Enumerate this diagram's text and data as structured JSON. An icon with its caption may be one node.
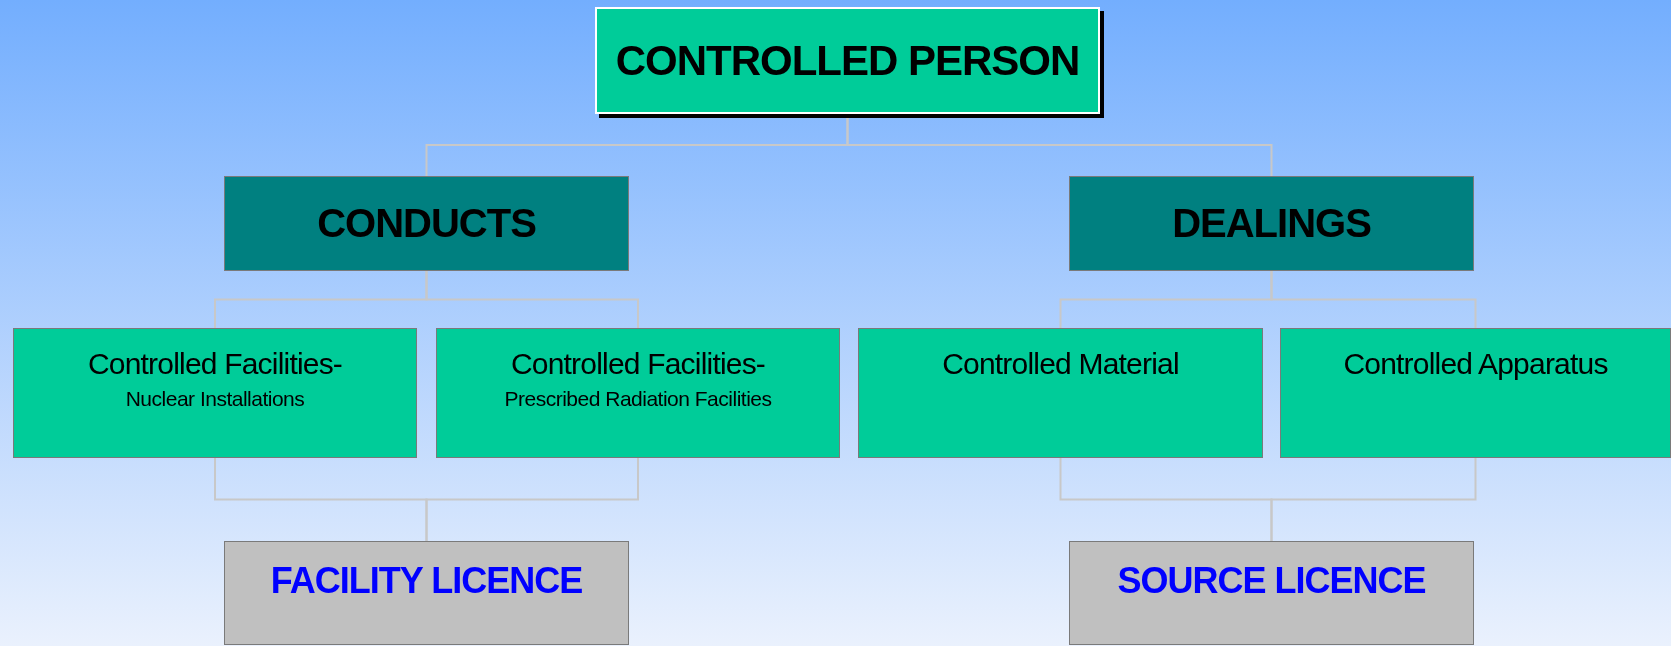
{
  "diagram": {
    "nodes": [
      {
        "text": [
          "CONTROLLED PERSON"
        ]
      },
      {
        "text": [
          "CONDUCTS"
        ]
      },
      {
        "text": [
          "DEALINGS"
        ]
      },
      {
        "text": [
          "Controlled Facilities-",
          "Nuclear Installations"
        ]
      },
      {
        "text": [
          "Controlled Facilities-",
          "Prescribed Radiation Facilities"
        ]
      },
      {
        "text": [
          "Controlled Material"
        ]
      },
      {
        "text": [
          "Controlled Apparatus"
        ]
      },
      {
        "text": [
          "FACILITY LICENCE"
        ]
      },
      {
        "text": [
          "SOURCE LICENCE"
        ]
      }
    ],
    "edges": [
      {
        "from": 0,
        "to": 1,
        "arrow": "none"
      },
      {
        "from": 0,
        "to": 2,
        "arrow": "none"
      },
      {
        "from": 1,
        "to": 3,
        "arrow": "none"
      },
      {
        "from": 1,
        "to": 4,
        "arrow": "none"
      },
      {
        "from": 2,
        "to": 5,
        "arrow": "none"
      },
      {
        "from": 2,
        "to": 6,
        "arrow": "none"
      },
      {
        "from": 3,
        "to": 7,
        "arrow": "none"
      },
      {
        "from": 4,
        "to": 7,
        "arrow": "none"
      },
      {
        "from": 5,
        "to": 8,
        "arrow": "none"
      },
      {
        "from": 6,
        "to": 8,
        "arrow": "none"
      }
    ]
  }
}
